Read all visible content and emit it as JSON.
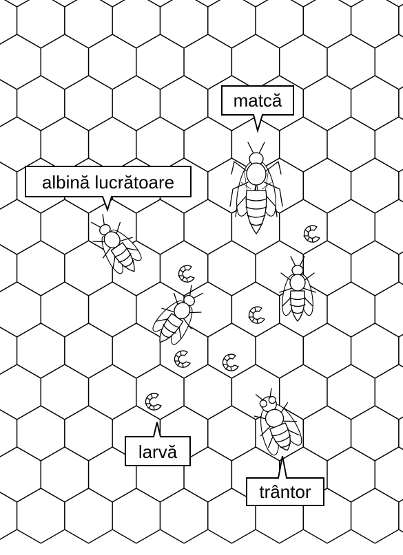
{
  "labels": {
    "queen": "matcă",
    "worker": "albină lucrătoare",
    "larva": "larvă",
    "drone": "trântor"
  },
  "colors": {
    "ink": "#000000",
    "background": "#ffffff"
  }
}
